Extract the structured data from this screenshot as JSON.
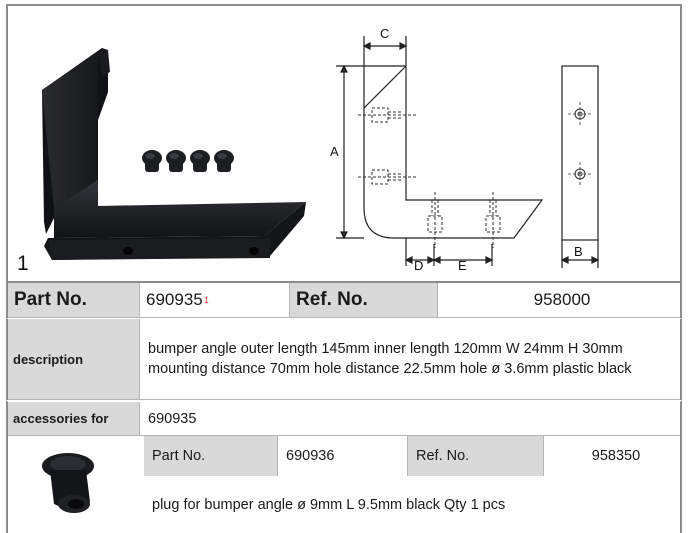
{
  "figure": {
    "number": "1"
  },
  "drawing": {
    "dim_a": "A",
    "dim_b": "B",
    "dim_c": "C",
    "dim_d": "D",
    "dim_e": "E"
  },
  "table": {
    "part_no_label": "Part No.",
    "part_no_value": "690935",
    "part_no_sup": "1",
    "ref_no_label": "Ref. No.",
    "ref_no_value": "958000",
    "description_label": "description",
    "description_text": "bumper angle  outer length 145mm inner length 120mm W 24mm H 30mm mounting distance 70mm hole distance 22.5mm hole ø 3.6mm plastic black",
    "accessories_label": "accessories for",
    "accessories_value": "690935"
  },
  "accessory": {
    "part_no_label": "Part No.",
    "part_no_value": "690936",
    "ref_no_label": "Ref. No.",
    "ref_no_value": "958350",
    "description": "plug  for bumper angle ø 9mm L 9.5mm black Qty 1 pcs"
  },
  "colors": {
    "header_grey": "#d9d9d9",
    "border": "#8c8c8c",
    "footnote_red": "#d63b2f",
    "product": "#1e1f22"
  }
}
